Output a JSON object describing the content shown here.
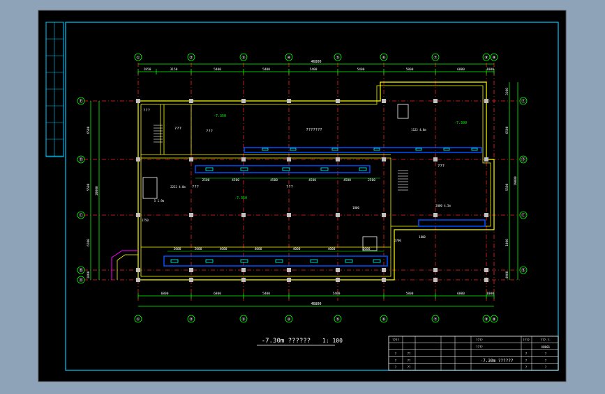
{
  "colors": {
    "canvas": "#8fa3b8",
    "paper": "#000000",
    "frame": "#00c8ff",
    "wall": "#ffff00",
    "axis": "#ff2020",
    "dim": "#00ff00",
    "duct": "#0050ff",
    "text": "#ffffff",
    "column": "#c0c0c0",
    "accent": "#ff00ff"
  },
  "drawing": {
    "total_dim_top": "46800",
    "total_dim_bottom": "46800",
    "top_dims": [
      "2850",
      "3150",
      "5400",
      "5400",
      "5400",
      "5400",
      "5800",
      "6800",
      "1000"
    ],
    "bottom_dims": [
      "6800",
      "6800",
      "5400",
      "5400",
      "5800",
      "6800",
      "1000"
    ],
    "axis_top": [
      "①",
      "②",
      "③",
      "④",
      "⑤",
      "⑥",
      "⑦",
      "⑧",
      "⑨"
    ],
    "axis_bottom": [
      "①",
      "②",
      "③",
      "④",
      "⑤",
      "⑥",
      "⑦",
      "⑧",
      "⑨"
    ],
    "axis_left": [
      "Ⓔ",
      "Ⓓ",
      "Ⓒ",
      "Ⓑ",
      "Ⓐ"
    ],
    "axis_right": [
      "Ⓔ",
      "Ⓓ",
      "Ⓒ",
      "Ⓑ"
    ],
    "left_dims": [
      "6500",
      "5500",
      "6500",
      "1000"
    ],
    "left_total": "20000",
    "right_dims": [
      "3100",
      "6500",
      "5500",
      "1000",
      "4900"
    ],
    "right_total": "19000",
    "room_labels": [
      "???",
      "???????",
      "???",
      "???",
      "???",
      "???",
      "???"
    ],
    "duct_dims_top": [
      "2500",
      "4500",
      "4500",
      "4500",
      "4500",
      "2500"
    ],
    "duct_dims_bottom": [
      "2000",
      "2000",
      "4000",
      "4000",
      "4000",
      "4000",
      "2000"
    ],
    "elev_marks": [
      "-7.350",
      "-7.300",
      "-7.350"
    ],
    "notes": [
      "2222 4.8m",
      "1122 4.8m",
      "1750",
      "5 1.9m",
      "1800",
      "2700",
      "1800",
      "2000 4.5m"
    ]
  },
  "title": {
    "main": "-7.30m ??????",
    "scale": "1: 100"
  },
  "titleblock": {
    "rows": [
      [
        "????",
        "????",
        "????",
        "???-?-"
      ],
      [
        "????",
        "",
        "????",
        "H8001"
      ],
      [
        "?",
        "??",
        "????",
        "-7.30m ??????",
        "?",
        "?"
      ],
      [
        "?",
        "??",
        "???",
        "",
        "?",
        "?"
      ],
      [
        "?",
        "??",
        "?",
        "",
        "?",
        "?"
      ]
    ],
    "drawing_title": "-7.30m ??????",
    "code": "H8001"
  }
}
